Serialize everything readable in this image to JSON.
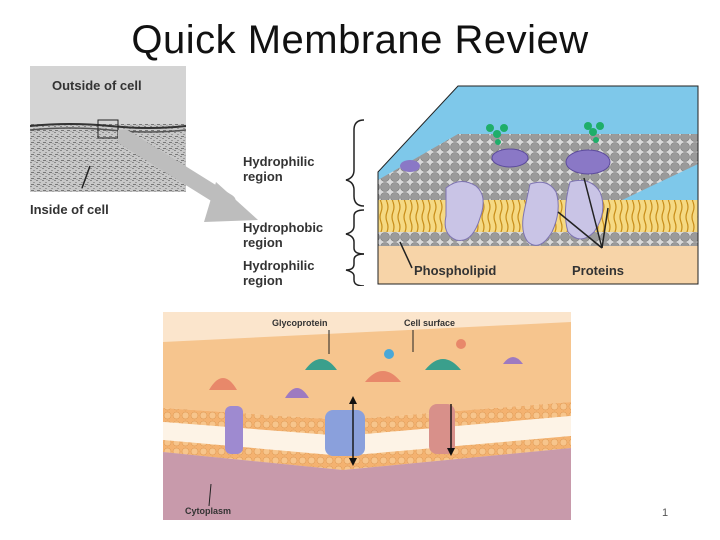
{
  "slide": {
    "title": "Quick Membrane Review",
    "page_number": "1"
  },
  "micrograph": {
    "outside_label": "Outside of cell",
    "inside_label": "Inside of cell"
  },
  "bilayer_figure": {
    "hydrophilic_top": "Hydrophilic region",
    "hydrophobic": "Hydrophobic region",
    "hydrophilic_bottom": "Hydrophilic region",
    "phospholipid": "Phospholipid",
    "proteins": "Proteins"
  },
  "membrane_3d": {
    "glycoprotein": "Glycoprotein",
    "cell_surface": "Cell surface",
    "cytoplasm": "Cytoplasm"
  },
  "colors": {
    "water": "#7ec8ea",
    "head": "#9a9a9a",
    "tail": "#e9b84a",
    "protein": "#c9c4e6",
    "membrane_orange": "#f4b270",
    "cytoplasm": "#c89aab"
  }
}
